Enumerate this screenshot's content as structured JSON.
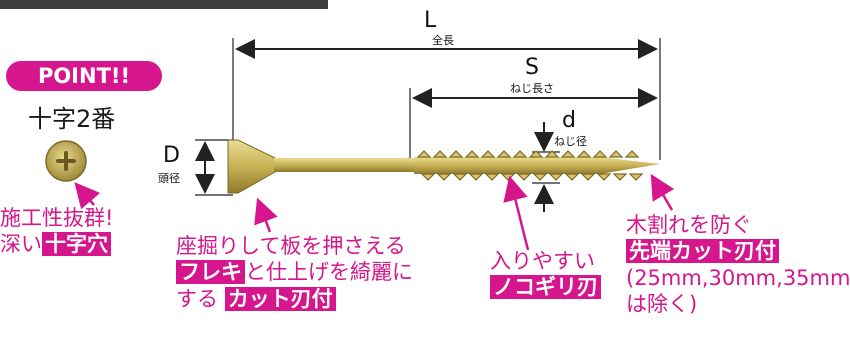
{
  "point_badge": "POINT!!",
  "head_type": "十字2番",
  "dims": {
    "L": {
      "letter": "L",
      "label": "全長"
    },
    "S": {
      "letter": "S",
      "label": "ねじ長さ"
    },
    "d": {
      "letter": "d",
      "label": "ねじ径"
    },
    "D": {
      "letter": "D",
      "label": "頭径"
    }
  },
  "feature_cross": {
    "line1": "施工性抜群!",
    "line2_plain": "深い",
    "line2_hl": "十字穴"
  },
  "feature_fleki": {
    "line1": "座掘りして板を押さえる",
    "line2_hl": "フレキ",
    "line2_plain": "と仕上げを綺麗に",
    "line3_plain": "する",
    "line3_hl": "カット刃付"
  },
  "feature_saw": {
    "line1": "入りやすい",
    "line2_hl": "ノコギリ刃"
  },
  "feature_tip": {
    "line1": "木割れを防ぐ",
    "line2_hl": "先端カット刃付",
    "note1": "(25mm,30mm,35mm",
    "note2": "は除く)"
  },
  "colors": {
    "accent": "#d6168c",
    "screw": "#cdb85a",
    "dark": "#222222"
  }
}
